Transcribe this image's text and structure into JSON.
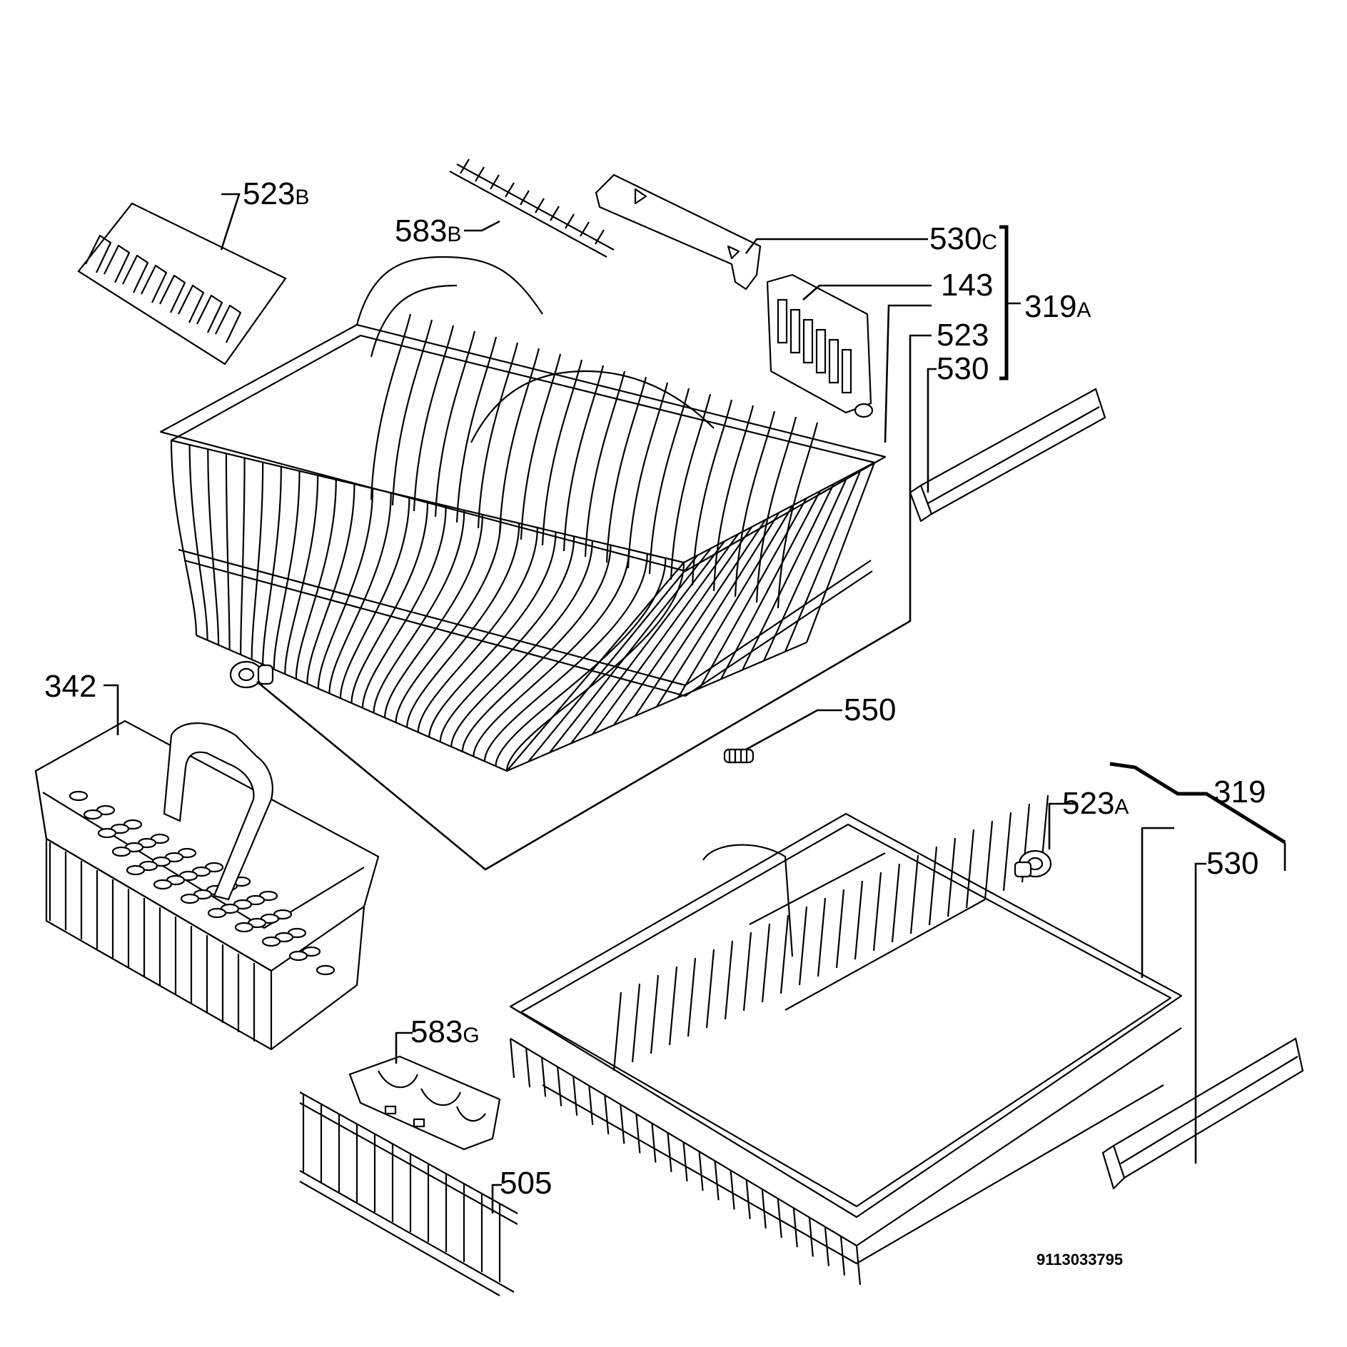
{
  "labels": {
    "l523B": {
      "num": "523",
      "sfx": "B"
    },
    "l583B": {
      "num": "583",
      "sfx": "B"
    },
    "l530C": {
      "num": "530",
      "sfx": "C"
    },
    "l143": {
      "num": "143",
      "sfx": ""
    },
    "l319A": {
      "num": "319",
      "sfx": "A"
    },
    "l523": {
      "num": "523",
      "sfx": ""
    },
    "l530a": {
      "num": "530",
      "sfx": ""
    },
    "l342": {
      "num": "342",
      "sfx": ""
    },
    "l550": {
      "num": "550",
      "sfx": ""
    },
    "l319": {
      "num": "319",
      "sfx": ""
    },
    "l523A": {
      "num": "523",
      "sfx": "A"
    },
    "l530b": {
      "num": "530",
      "sfx": ""
    },
    "l583G": {
      "num": "583",
      "sfx": "G"
    },
    "l505": {
      "num": "505",
      "sfx": ""
    }
  },
  "document_number": "9113033795"
}
